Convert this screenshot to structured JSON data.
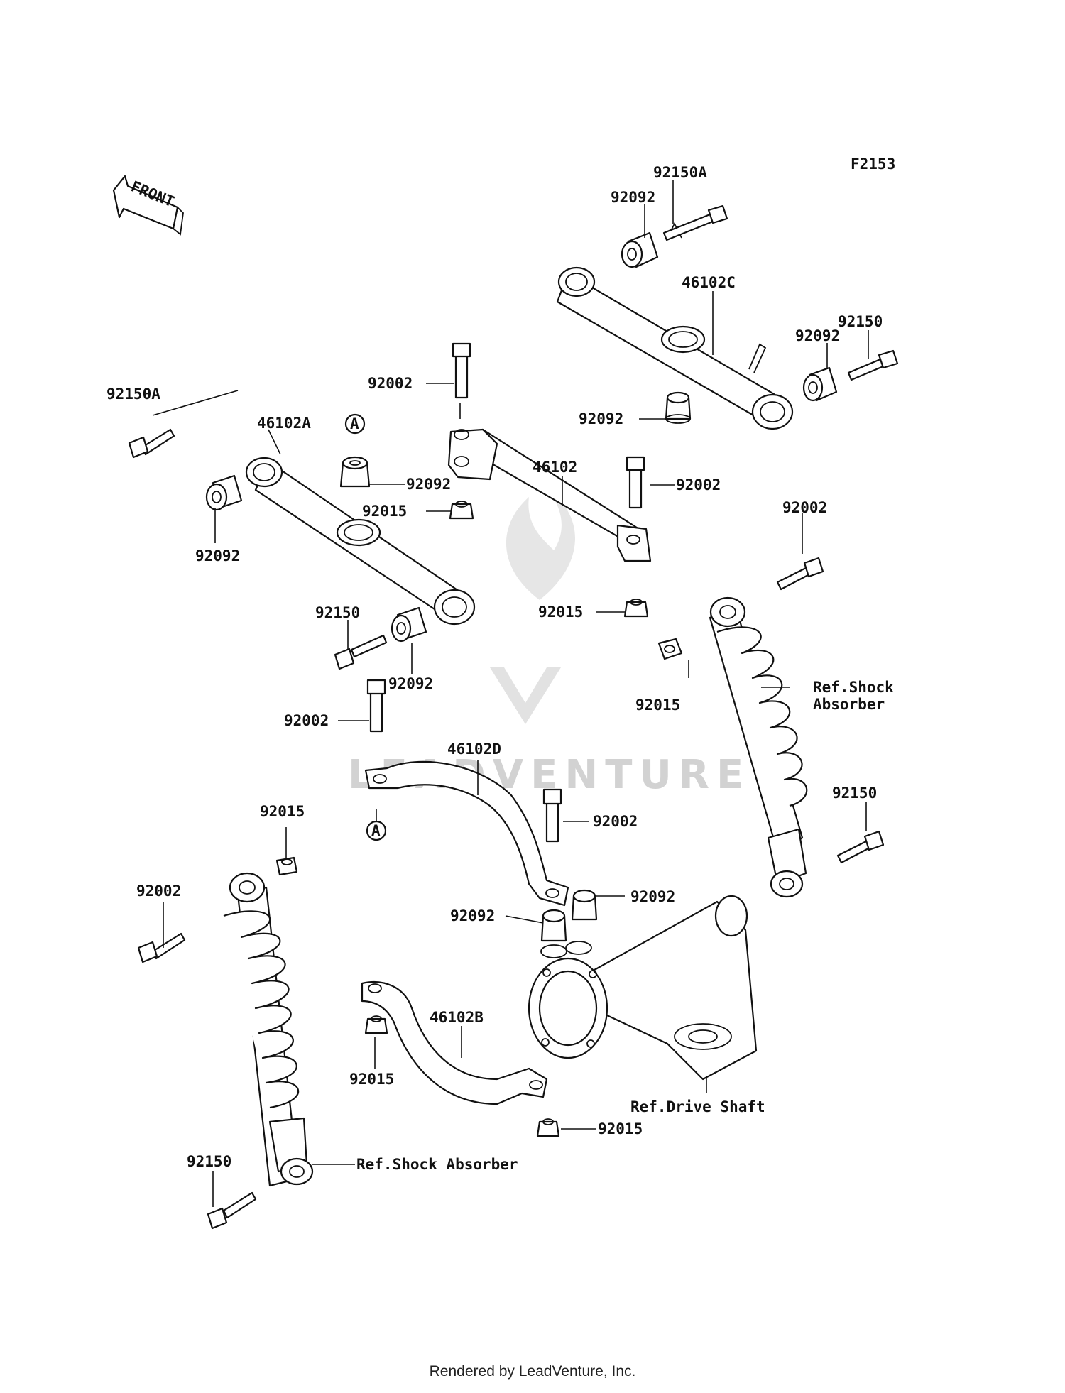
{
  "figure_code": "F2153",
  "front_label": "FRONT",
  "callout_ref": "A",
  "labels": {
    "p92150A_top": "92150A",
    "p92092_top": "92092",
    "p46102C": "46102C",
    "p92150_right": "92150",
    "p92092_right": "92092",
    "p92002_a": "92002",
    "p92092_under_c": "92092",
    "p92150A_left": "92150A",
    "p46102A": "46102A",
    "p92092_mid": "92092",
    "p46102": "46102",
    "p92002_b": "92002",
    "p92015_a": "92015",
    "p92092_left": "92092",
    "p92002_c": "92002",
    "p92150_mid": "92150",
    "p92015_b": "92015",
    "p92092_low": "92092",
    "p92015_c": "92015",
    "p92002_d": "92002",
    "p46102D": "46102D",
    "p92015_d": "92015",
    "p92002_e": "92002",
    "p92150_rs": "92150",
    "p92092_e": "92092",
    "p92002_f": "92002",
    "p92092_f": "92092",
    "p46102B": "46102B",
    "p92015_e": "92015",
    "p92015_f": "92015",
    "p92150_ls": "92150"
  },
  "refs": {
    "shock_right_1": "Ref.Shock",
    "shock_right_2": "Absorber",
    "drive_shaft": "Ref.Drive Shaft",
    "shock_left": "Ref.Shock Absorber"
  },
  "watermark": "LEADVENTURE",
  "footer": "Rendered by LeadVenture, Inc."
}
